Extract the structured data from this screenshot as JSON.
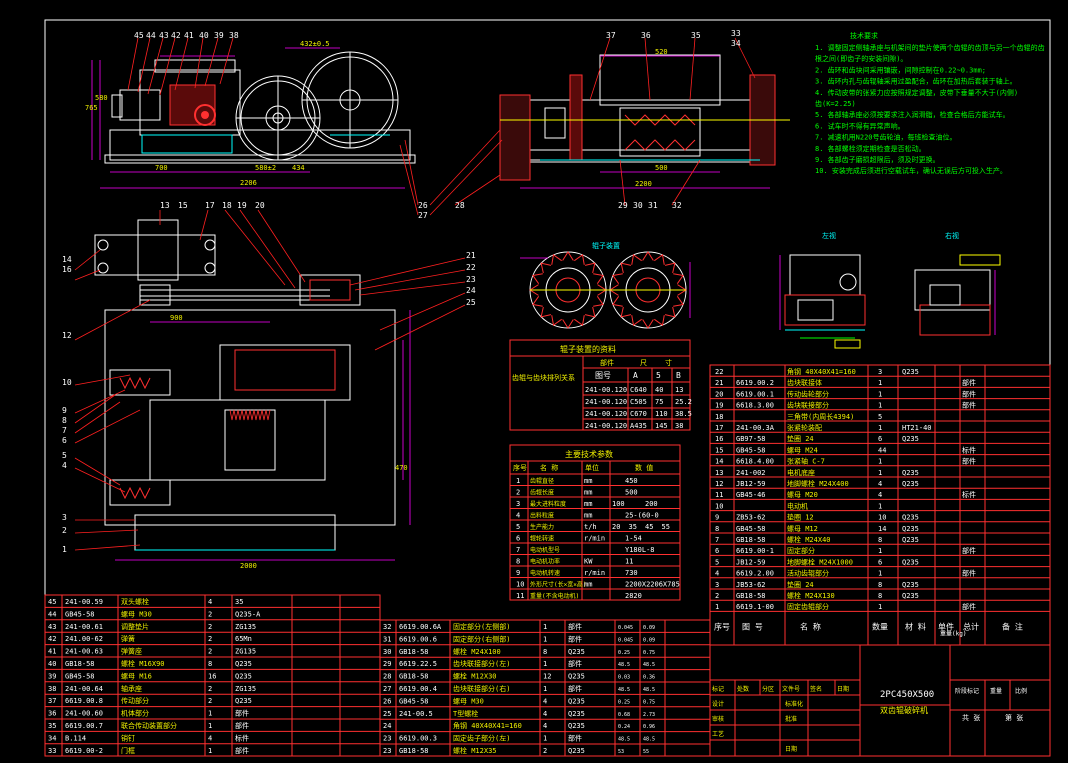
{
  "title_block": {
    "model": "2PC450X500",
    "name": "双齿辊破碎机",
    "rev_headers": [
      "标记",
      "处数",
      "分区",
      "文件号",
      "签名",
      "日期"
    ],
    "roles": [
      "设计",
      "审核",
      "工艺",
      "标准化",
      "批准",
      "日期"
    ],
    "stage_headers": [
      "阶段标记",
      "重量",
      "比例"
    ],
    "sheet": [
      "共 张",
      "第 张"
    ]
  },
  "tech_notes": {
    "title": "技术要求",
    "lines": [
      "1. 调整固定侧轴承座与机架间的垫片使两个齿辊的齿顶与另一个齿辊的齿",
      "   根之间(即齿子的安装间隙)。",
      "2. 齿环和齿块间采用镶嵌，间隙控制在0.22~0.3mm;",
      "3. 齿环内孔与齿辊轴采用过盈配合，齿环在加热后套装于轴上。",
      "4. 传动皮带的张紧力应按照规定调整，皮带下垂量不大于(内侧)",
      "   齿(K=2.25)",
      "5. 各部轴承座必须按要求注入润滑脂，检查合格后方能试车。",
      "6. 试车时不得有异常声响。",
      "7. 减速机用N220号齿轮油，每班检查油位。",
      "8. 各部螺栓须定期检查是否松动。",
      "9. 各部齿子磨损超限后，须及时更换。",
      "10. 安装完成后须进行空载试车，确认无误后方可投入生产。"
    ]
  },
  "top_callouts": [
    "45",
    "44",
    "43",
    "42",
    "41",
    "40",
    "39",
    "38",
    "37",
    "36",
    "35",
    "33",
    "34"
  ],
  "left_callouts": [
    "13",
    "15",
    "17",
    "18",
    "19",
    "20",
    "14",
    "16",
    "12",
    "10",
    "9",
    "8",
    "7",
    "6",
    "5",
    "4",
    "3",
    "2",
    "1"
  ],
  "right_callouts": [
    "21",
    "22",
    "23",
    "24",
    "25",
    "27",
    "28",
    "29",
    "30",
    "31",
    "32",
    "26"
  ],
  "dims": [
    "2206",
    "700",
    "580±2",
    "434",
    "520",
    "2200",
    "900",
    "500",
    "470",
    "2000",
    "765",
    "580",
    "432±0.5"
  ],
  "view_labels": {
    "roller_detail": "辊子装置",
    "left_view": "左视",
    "right_view": "右视"
  },
  "roller_params": {
    "title": "辊子装置的资料",
    "side_label": "齿辊与齿块排列关系",
    "headers": [
      "部件",
      "尺",
      "寸"
    ],
    "sub_headers": [
      "图号",
      "A",
      "5",
      "B"
    ],
    "rows": [
      [
        "241-00.120",
        "C640",
        "40",
        "13"
      ],
      [
        "241-00.120",
        "C505",
        "75",
        "25.2"
      ],
      [
        "241-00.120",
        "C670",
        "110",
        "38.5"
      ],
      [
        "241-00.120",
        "A435",
        "145",
        "38"
      ]
    ]
  },
  "main_specs": {
    "title": "主要技术参数",
    "headers": [
      "序号",
      "名 称",
      "单位",
      "数 值"
    ],
    "rows": [
      [
        "1",
        "齿辊直径",
        "mm",
        "450"
      ],
      [
        "2",
        "齿辊长度",
        "mm",
        "500"
      ],
      [
        "3",
        "最大进料粒度",
        "mm",
        "100",
        "200"
      ],
      [
        "4",
        "出料粒度",
        "mm",
        "25-(60-0"
      ],
      [
        "5",
        "生产能力",
        "t/h",
        "20",
        "35",
        "45",
        "55"
      ],
      [
        "6",
        "辊轮转速",
        "r/min",
        "1-54"
      ],
      [
        "7",
        "电动机型号",
        "",
        "Y180L-8"
      ],
      [
        "8",
        "电动机功率",
        "KW",
        "11"
      ],
      [
        "9",
        "电动机转速",
        "r/min",
        "730"
      ],
      [
        "10",
        "外形尺寸(长×宽×高)",
        "mm",
        "2200X2206X785"
      ],
      [
        "11",
        "重量(不含电动机)",
        "",
        "2820"
      ]
    ]
  },
  "parts_right": {
    "header": [
      "序号",
      "图 号",
      "名 称",
      "数量",
      "材 料",
      "单件",
      "总计",
      "备 注"
    ],
    "weight_label": "重量(kg)",
    "rows": [
      [
        "22",
        "",
        "角钢 40X40X41=160",
        "3",
        "Q235",
        ""
      ],
      [
        "21",
        "6619.00.2",
        "齿块联接体",
        "1",
        "",
        "部件"
      ],
      [
        "20",
        "6619.00.1",
        "传动齿轮部分",
        "1",
        "",
        "部件"
      ],
      [
        "19",
        "6618.3.00",
        "齿块联接部分",
        "1",
        "",
        "部件"
      ],
      [
        "18",
        "",
        "三角带(内周长4394)",
        "5",
        "",
        ""
      ],
      [
        "17",
        "241-00.3A",
        "张紧轮装配",
        "1",
        "HT21-40",
        ""
      ],
      [
        "16",
        "GB97-58",
        "垫圈 24",
        "6",
        "Q235",
        ""
      ],
      [
        "15",
        "GB45-58",
        "螺母 M24",
        "44",
        "",
        "标件"
      ],
      [
        "14",
        "6618.4.00",
        "张紧轴 C-7",
        "1",
        "",
        "部件"
      ],
      [
        "13",
        "241-002",
        "电机底座",
        "1",
        "Q235",
        ""
      ],
      [
        "12",
        "JB12-59",
        "地脚螺栓 M24X400",
        "4",
        "Q235",
        ""
      ],
      [
        "11",
        "GB45-46",
        "螺母 M20",
        "4",
        "",
        "标件"
      ],
      [
        "10",
        "",
        "电动机",
        "1",
        "",
        ""
      ],
      [
        "9",
        "ZB53-62",
        "垫圈 12",
        "10",
        "Q235",
        ""
      ],
      [
        "8",
        "GB45-58",
        "螺母 M12",
        "14",
        "Q235",
        ""
      ],
      [
        "7",
        "GB18-58",
        "螺栓 M24X40",
        "8",
        "Q235",
        ""
      ],
      [
        "6",
        "6619.00-1",
        "固定部分",
        "1",
        "",
        "部件"
      ],
      [
        "5",
        "JB12-59",
        "地脚螺栓 M24X1000",
        "6",
        "Q235",
        ""
      ],
      [
        "4",
        "6619.2.00",
        "活动齿辊部分",
        "1",
        "",
        "部件"
      ],
      [
        "3",
        "JB53-62",
        "垫圈 24",
        "8",
        "Q235",
        ""
      ],
      [
        "2",
        "GB18-58",
        "螺栓 M24X130",
        "8",
        "Q235",
        ""
      ],
      [
        "1",
        "6619.1-00",
        "固定齿辊部分",
        "1",
        "",
        "部件"
      ]
    ]
  },
  "parts_left": {
    "rows": [
      [
        "45",
        "241-00.59",
        "双头螺栓",
        "4",
        "35",
        ""
      ],
      [
        "44",
        "GB45-58",
        "螺母 M30",
        "2",
        "Q235-A",
        ""
      ],
      [
        "43",
        "241-00.61",
        "调整垫片",
        "2",
        "ZG135",
        ""
      ],
      [
        "42",
        "241.00-62",
        "弹簧",
        "2",
        "65Mn",
        ""
      ],
      [
        "41",
        "241-00.63",
        "弹簧座",
        "2",
        "ZG135",
        ""
      ],
      [
        "40",
        "GB18-58",
        "螺栓 M16X90",
        "8",
        "Q235",
        ""
      ],
      [
        "39",
        "GB45-58",
        "螺母 M16",
        "16",
        "Q235",
        ""
      ],
      [
        "38",
        "241-00.64",
        "轴承座",
        "2",
        "ZG135",
        ""
      ],
      [
        "37",
        "6619.00.8",
        "传动部分",
        "2",
        "Q235",
        ""
      ],
      [
        "36",
        "241-00.60",
        "机体部分",
        "1",
        "部件",
        ""
      ],
      [
        "35",
        "6619.00.7",
        "联合传动装置部分",
        "1",
        "部件",
        ""
      ],
      [
        "34",
        "B.114",
        "销钉",
        "4",
        "标件",
        ""
      ],
      [
        "33",
        "6619.00-2",
        "门框",
        "1",
        "部件",
        ""
      ]
    ]
  },
  "parts_mid": {
    "rows": [
      [
        "32",
        "6619.00.6A",
        "固定部分(左侧部)",
        "1",
        "部件",
        "0.045",
        "0.09"
      ],
      [
        "31",
        "6619.00.6",
        "固定部分(右侧部)",
        "1",
        "部件",
        "0.045",
        "0.09"
      ],
      [
        "30",
        "GB18-58",
        "螺栓 M24X100",
        "8",
        "Q235",
        "0.25",
        "0.75"
      ],
      [
        "29",
        "6619.22.5",
        "齿块联接部分(左)",
        "1",
        "部件",
        "48.5",
        "48.5"
      ],
      [
        "28",
        "GB18-58",
        "螺栓 M12X30",
        "12",
        "Q235",
        "0.03",
        "0.36"
      ],
      [
        "27",
        "6619.00.4",
        "齿块联接部分(右)",
        "1",
        "部件",
        "48.5",
        "48.5"
      ],
      [
        "26",
        "GB45-58",
        "螺母 M30",
        "4",
        "Q235",
        "0.25",
        "0.75"
      ],
      [
        "25",
        "241-00.5",
        "T型螺栓",
        "4",
        "Q235",
        "0.68",
        "2.73"
      ],
      [
        "24",
        "",
        "角钢 40X40X41=160",
        "4",
        "Q235",
        "0.24",
        "0.96"
      ],
      [
        "23",
        "6619.00.3",
        "固定齿子部分(左)",
        "1",
        "部件",
        "48.5",
        "48.5"
      ],
      [
        "23",
        "GB18-58",
        "螺栓 M12X35",
        "2",
        "Q235",
        "53",
        "55"
      ]
    ]
  }
}
